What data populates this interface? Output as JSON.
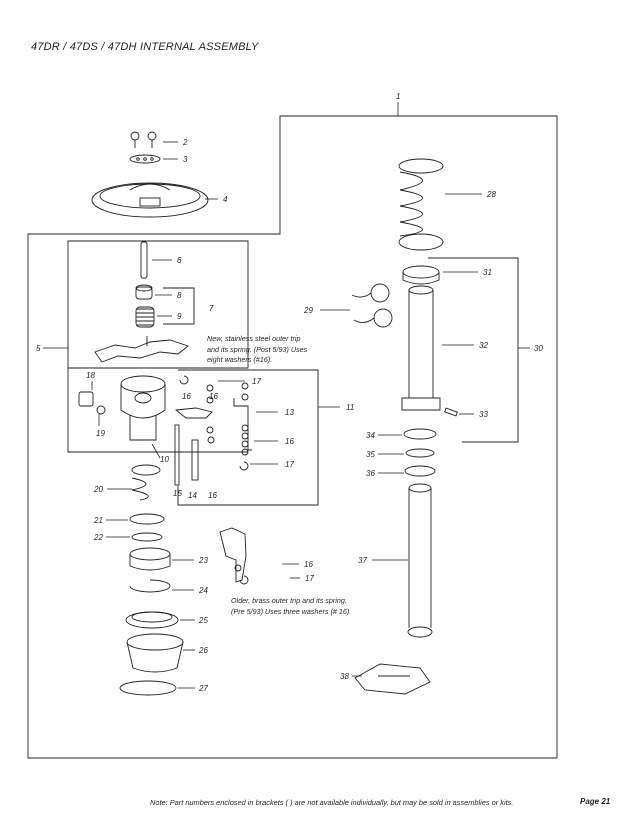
{
  "title": "47DR / 47DS / 47DH INTERNAL ASSEMBLY",
  "notes": {
    "new_trip": [
      "New, stainless steel outer trip",
      "and its spring. (Post 5/93) Uses",
      "eight washers (#16)."
    ],
    "old_trip": [
      "Older, brass outer trip and its spring.",
      "(Pre 5/93) Uses three washers (# 16)."
    ]
  },
  "callouts": [
    "1",
    "2",
    "3",
    "4",
    "5",
    "6",
    "7",
    "8",
    "9",
    "10",
    "11",
    "13",
    "14",
    "15",
    "16",
    "16",
    "16",
    "16",
    "16",
    "17",
    "17",
    "17",
    "18",
    "19",
    "20",
    "21",
    "22",
    "23",
    "24",
    "25",
    "26",
    "27",
    "28",
    "29",
    "30",
    "31",
    "32",
    "33",
    "34",
    "35",
    "36",
    "37",
    "38"
  ],
  "footer": {
    "note": "Note: Part numbers enclosed in brackets ( ) are not available individually, but may be sold in assemblies or kits.",
    "page": "Page 21"
  }
}
